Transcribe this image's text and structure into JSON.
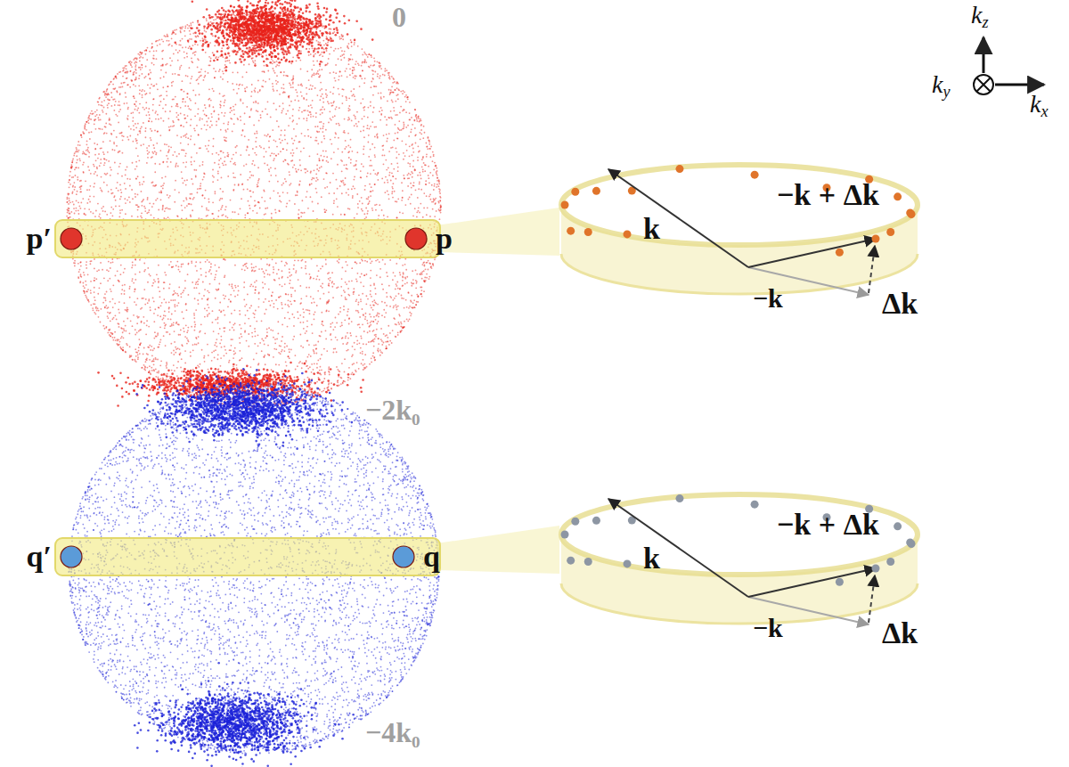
{
  "diagram": {
    "nodes": [
      {
        "text": [
          "p′"
        ]
      },
      {
        "text": [
          "p"
        ]
      },
      {
        "text": [
          "q′"
        ]
      },
      {
        "text": [
          "q"
        ]
      }
    ],
    "labels": [
      "0",
      "−2k₀",
      "−4k₀",
      "k",
      "−k + Δk",
      "−k",
      "Δk",
      "k",
      "−k + Δk",
      "−k",
      "Δk",
      "kz",
      "ky",
      "kx"
    ]
  }
}
